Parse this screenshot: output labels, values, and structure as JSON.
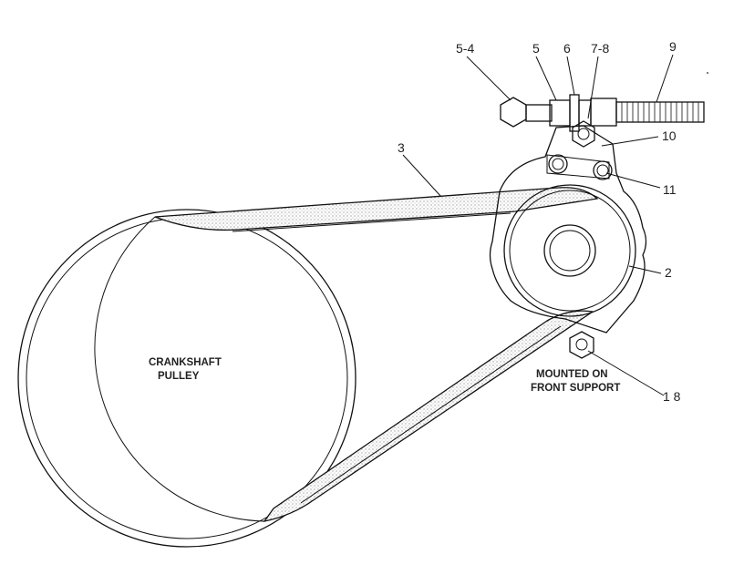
{
  "callouts": {
    "c54": "5-4",
    "c5": "5",
    "c6": "6",
    "c78": "7-8",
    "c9": "9",
    "c3": "3",
    "c10": "10",
    "c11": "11",
    "c2": "2",
    "c18": "1 8"
  },
  "captions": {
    "crankshaft_line1": "CRANKSHAFT",
    "crankshaft_line2": "PULLEY",
    "mount_line1": "MOUNTED ON",
    "mount_line2": "FRONT SUPPORT"
  }
}
